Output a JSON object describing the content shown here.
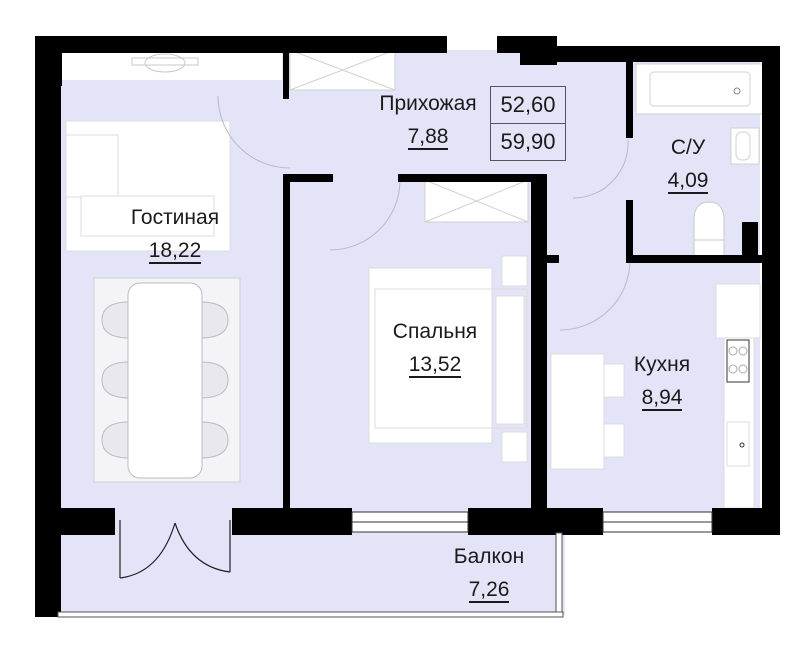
{
  "floor_plan": {
    "colors": {
      "floor": "#e3e4f7",
      "wall": "#000000",
      "furniture": "#ffffff",
      "furniture_stroke": "#c8c8c8",
      "text": "#1a1a1a"
    },
    "totals": {
      "living_area": "52,60",
      "total_area": "59,90"
    },
    "rooms": [
      {
        "id": "hallway",
        "name": "Прихожая",
        "area": "7,88"
      },
      {
        "id": "living-room",
        "name": "Гостиная",
        "area": "18,22"
      },
      {
        "id": "bathroom",
        "name": "С/У",
        "area": "4,09"
      },
      {
        "id": "bedroom",
        "name": "Спальня",
        "area": "13,52"
      },
      {
        "id": "kitchen",
        "name": "Кухня",
        "area": "8,94"
      },
      {
        "id": "balcony",
        "name": "Балкон",
        "area": "7,26"
      }
    ]
  }
}
